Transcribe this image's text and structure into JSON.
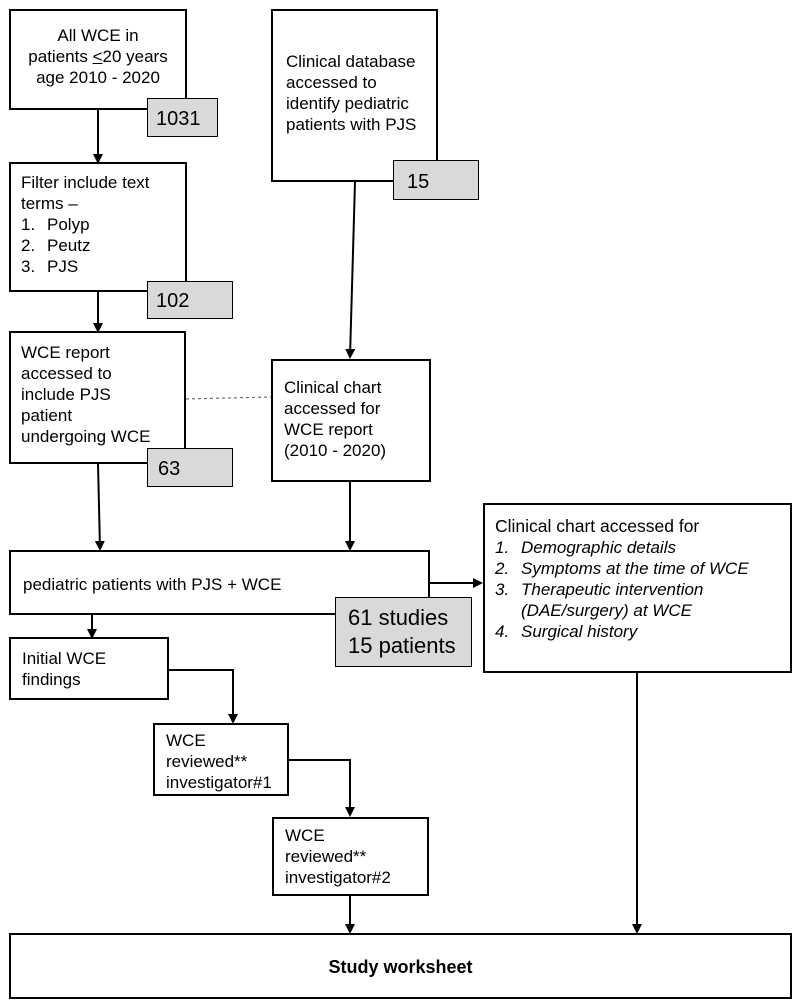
{
  "nodes": {
    "all_wce": {
      "line1": "All WCE in",
      "line2_prefix": "patients ",
      "line2_le": "<",
      "line2_rest": "20 years",
      "line3": "age 2010 - 2020",
      "count": "1031"
    },
    "clinical_db": {
      "lines": [
        "Clinical database",
        "accessed to",
        "identify pediatric",
        "patients with PJS"
      ],
      "count": "15"
    },
    "filter": {
      "heading1": "Filter include text",
      "heading2": "terms –",
      "items": [
        {
          "num": "1.",
          "text": "Polyp"
        },
        {
          "num": "2.",
          "text": "Peutz"
        },
        {
          "num": "3.",
          "text": "PJS"
        }
      ],
      "count": "102"
    },
    "wce_report": {
      "lines": [
        "WCE report",
        "accessed to",
        "include PJS",
        "patient",
        "undergoing WCE"
      ],
      "count": "63"
    },
    "clinical_chart_report": {
      "lines": [
        "Clinical chart",
        "accessed for",
        "WCE report",
        "(2010 - 2020)"
      ]
    },
    "pediatric": {
      "label": "pediatric patients with PJS + WCE",
      "count_line1": "61 studies",
      "count_line2": "15 patients"
    },
    "chart_details": {
      "heading": "Clinical chart accessed for",
      "items": [
        {
          "num": "1.",
          "text": "Demographic details"
        },
        {
          "num": "2.",
          "text": "Symptoms at the time of WCE"
        },
        {
          "num": "3.",
          "text": "Therapeutic intervention"
        },
        {
          "num": "",
          "text": "(DAE/surgery) at WCE"
        },
        {
          "num": "4.",
          "text": "Surgical history"
        }
      ]
    },
    "initial": {
      "lines": [
        "Initial WCE",
        "findings"
      ]
    },
    "review1": {
      "lines": [
        "WCE",
        "reviewed**",
        "investigator#1"
      ]
    },
    "review2": {
      "lines": [
        "WCE",
        "reviewed**",
        "investigator#2"
      ]
    },
    "worksheet": {
      "label": "Study worksheet"
    }
  }
}
